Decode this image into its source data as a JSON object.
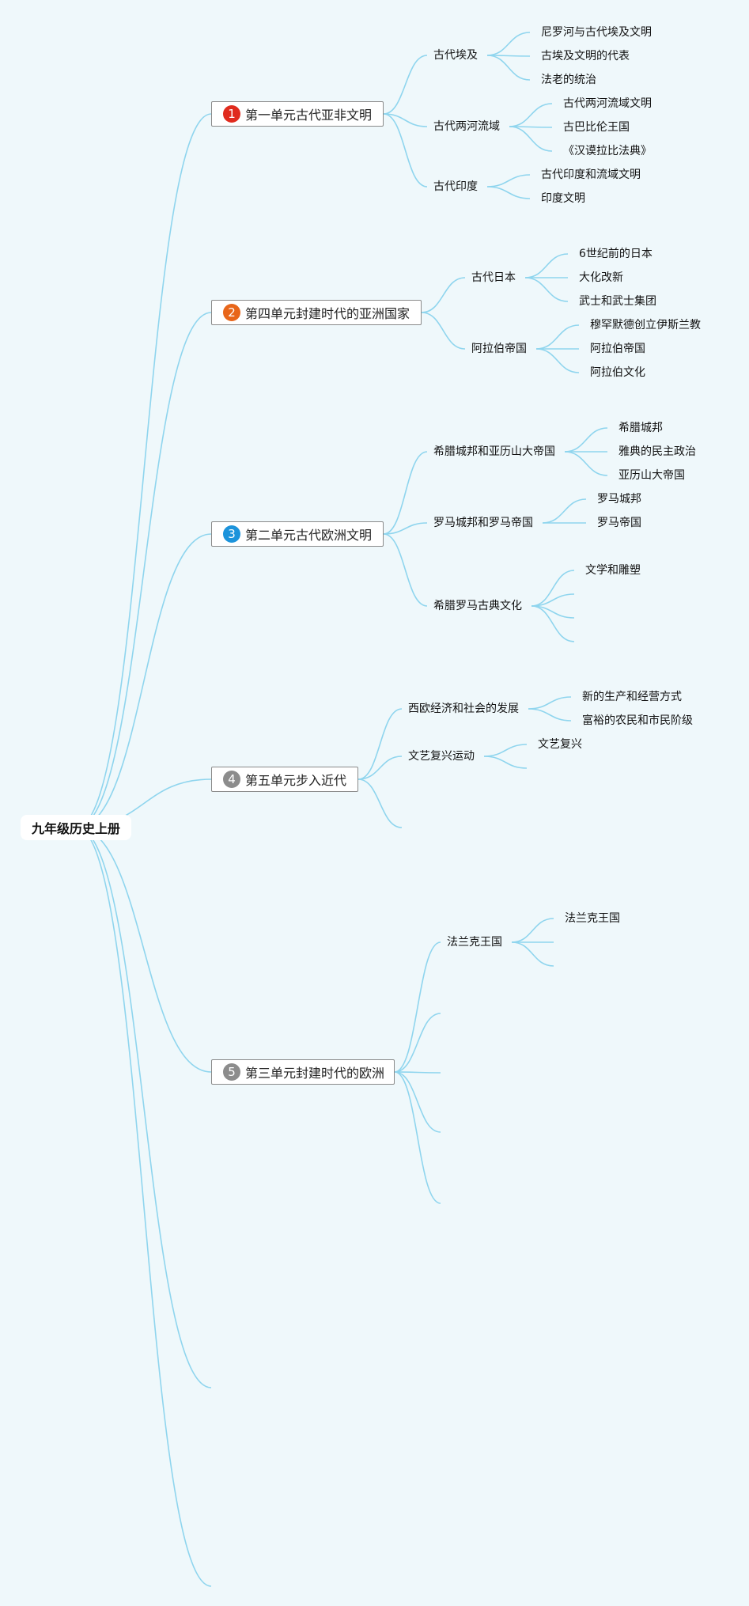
{
  "root": {
    "title": "九年级历史上册"
  },
  "colors": {
    "line": "#8fd5ee",
    "badge1": "#e02b1e",
    "badge2": "#e8661a",
    "badge3": "#1c93db",
    "badge4": "#8c8c8c",
    "badge5": "#8c8c8c"
  },
  "units": [
    {
      "badge": "1",
      "title": "第一单元古代亚非文明",
      "topics": [
        {
          "label": "古代埃及",
          "leaves": [
            "尼罗河与古代埃及文明",
            "古埃及文明的代表",
            "法老的统治"
          ]
        },
        {
          "label": "古代两河流域",
          "leaves": [
            "古代两河流域文明",
            "古巴比伦王国",
            "《汉谟拉比法典》"
          ]
        },
        {
          "label": "古代印度",
          "leaves": [
            "古代印度和流域文明",
            "印度文明"
          ]
        }
      ]
    },
    {
      "badge": "2",
      "title": "第四单元封建时代的亚洲国家",
      "topics": [
        {
          "label": "古代日本",
          "leaves": [
            "6世纪前的日本",
            "大化改新",
            "武士和武士集团"
          ]
        },
        {
          "label": "阿拉伯帝国",
          "leaves": [
            "穆罕默德创立伊斯兰教",
            "阿拉伯帝国",
            "阿拉伯文化"
          ]
        }
      ]
    },
    {
      "badge": "3",
      "title": "第二单元古代欧洲文明",
      "topics": [
        {
          "label": "希腊城邦和亚历山大帝国",
          "leaves": [
            "希腊城邦",
            "雅典的民主政治",
            "亚历山大帝国"
          ]
        },
        {
          "label": "罗马城邦和罗马帝国",
          "leaves": [
            "罗马城邦",
            "罗马帝国"
          ]
        },
        {
          "label": "希腊罗马古典文化",
          "leaves": [
            "文学和雕塑",
            "",
            "",
            ""
          ]
        }
      ]
    },
    {
      "badge": "4",
      "title": "第五单元步入近代",
      "topics": [
        {
          "label": "西欧经济和社会的发展",
          "leaves": [
            "新的生产和经营方式",
            "富裕的农民和市民阶级"
          ]
        },
        {
          "label": "文艺复兴运动",
          "leaves": [
            "文艺复兴",
            ""
          ]
        },
        {
          "label": "",
          "leaves": []
        }
      ]
    },
    {
      "badge": "5",
      "title": "第三单元封建时代的欧洲",
      "topics": [
        {
          "label": "法兰克王国",
          "leaves": [
            "法兰克王国",
            "",
            ""
          ]
        },
        {
          "label": "",
          "leaves": []
        },
        {
          "label": "",
          "leaves": []
        },
        {
          "label": "",
          "leaves": []
        },
        {
          "label": "",
          "leaves": []
        }
      ]
    }
  ]
}
